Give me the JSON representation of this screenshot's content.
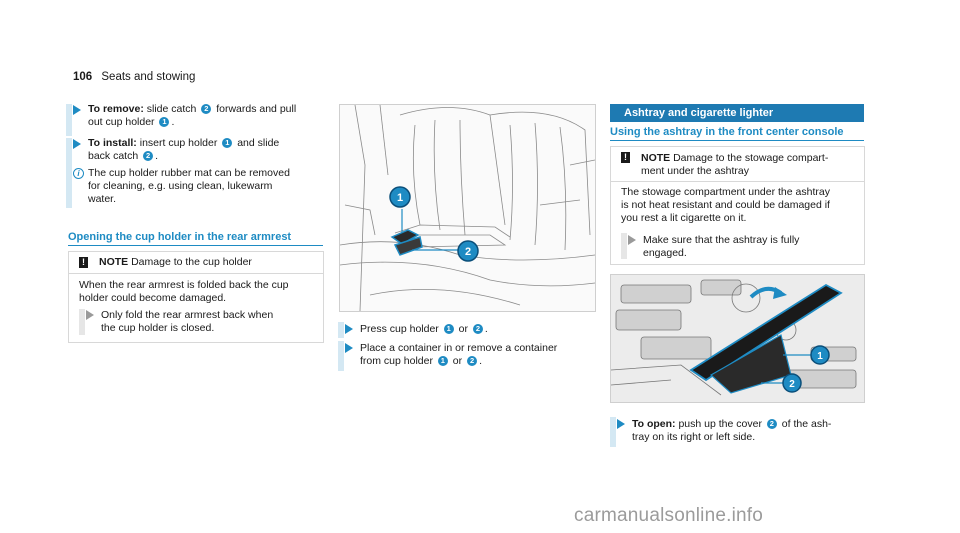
{
  "header": {
    "page_number": "106",
    "section": "Seats and stowing"
  },
  "left": {
    "remove": {
      "label": "To remove:",
      "line1_a": "slide catch",
      "line1_b": "forwards and pull",
      "line2_a": "out cup holder",
      "line2_b": "."
    },
    "install": {
      "label": "To install:",
      "line1_a": "insert cup holder",
      "line1_b": "and slide",
      "line2_a": "back catch",
      "line2_b": "."
    },
    "info": {
      "line1": "The cup holder rubber mat can be removed",
      "line2": "for cleaning, e.g. using clean, lukewarm",
      "line3": "water."
    },
    "heading": "Opening the cup holder in the rear armrest",
    "note": {
      "symbol": "!",
      "label": "NOTE",
      "title": "Damage to the cup holder",
      "line1": "When the rear armrest is folded back the cup",
      "line2": "holder could become damaged.",
      "step_line1": "Only fold the rear armrest back when",
      "step_line2": "the cup holder is closed."
    }
  },
  "middle": {
    "illustration": {
      "callout1": "1",
      "callout2": "2"
    },
    "step1": {
      "a": "Press cup holder",
      "or": "or",
      "end": "."
    },
    "step2": {
      "line1": "Place a container in or remove a container",
      "line2_a": "from cup holder",
      "or": "or",
      "end": "."
    }
  },
  "right": {
    "band": "Ashtray and cigarette lighter",
    "heading": "Using the ashtray in the front center console",
    "note": {
      "symbol": "!",
      "label": "NOTE",
      "title_line1": "Damage to the stowage compart-",
      "title_line2": "ment under the ashtray",
      "line1": "The stowage compartment under the ashtray",
      "line2": "is not heat resistant and could be damaged if",
      "line3": "you rest a lit cigarette on it.",
      "step_line1": "Make sure that the ashtray is fully",
      "step_line2": "engaged."
    },
    "illustration": {
      "callout1": "1",
      "callout2": "2"
    },
    "open": {
      "label": "To open:",
      "line1_a": "push up the cover",
      "line1_b": "of the ash-",
      "line2": "tray on its right or left side."
    }
  },
  "refs": {
    "one": "1",
    "two": "2"
  },
  "footer": {
    "watermark": "carmanualsonline.info"
  },
  "colors": {
    "accent": "#1e8bc3",
    "band": "#1e7ab2",
    "bar": "#d4e8f3",
    "watermark": "#9b9b9b"
  }
}
